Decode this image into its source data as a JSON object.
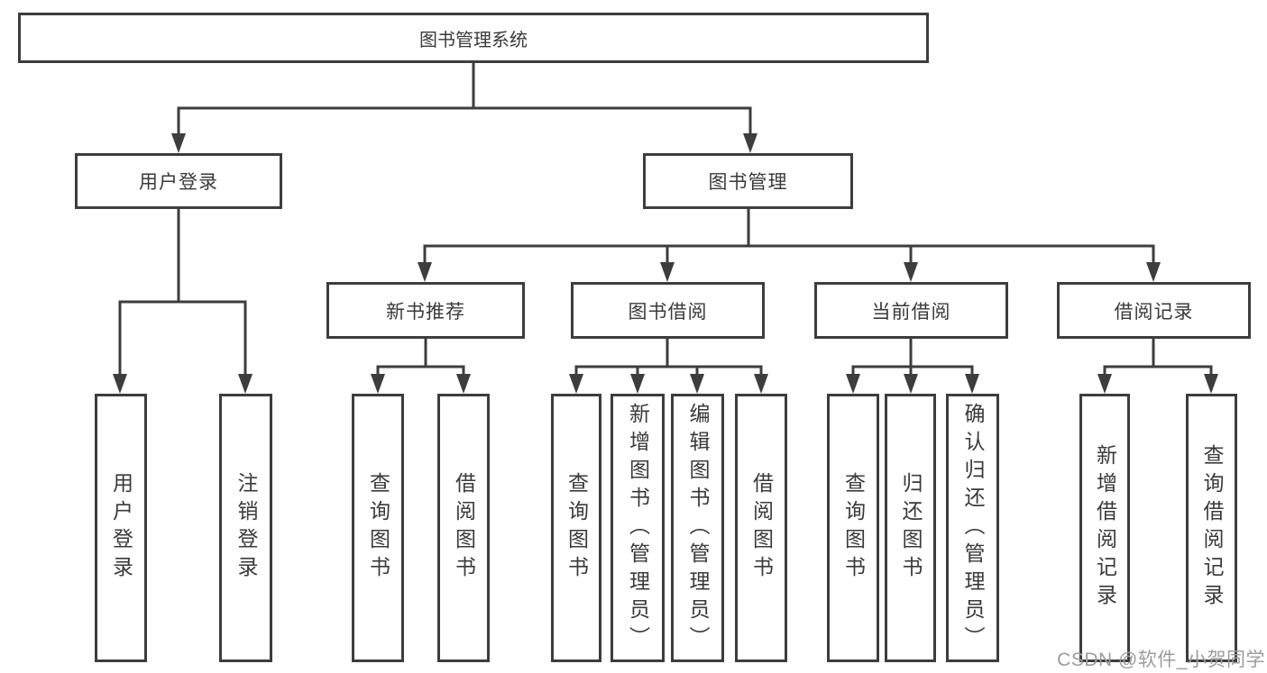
{
  "diagram_title": "图书管理系统",
  "tree": {
    "root": {
      "label": "图书管理系统"
    },
    "children": [
      {
        "label": "用户登录",
        "children": [
          {
            "label": "用户登录"
          },
          {
            "label": "注销登录"
          }
        ]
      },
      {
        "label": "图书管理",
        "children": [
          {
            "label": "新书推荐",
            "children": [
              {
                "label": "查询图书"
              },
              {
                "label": "借阅图书"
              }
            ]
          },
          {
            "label": "图书借阅",
            "children": [
              {
                "label": "查询图书"
              },
              {
                "label": "新增图书（管理员）"
              },
              {
                "label": "编辑图书（管理员）"
              },
              {
                "label": "借阅图书"
              }
            ]
          },
          {
            "label": "当前借阅",
            "children": [
              {
                "label": "查询图书"
              },
              {
                "label": "归还图书"
              },
              {
                "label": "确认归还（管理员）"
              }
            ]
          },
          {
            "label": "借阅记录",
            "children": [
              {
                "label": "新增借阅记录"
              },
              {
                "label": "查询借阅记录"
              }
            ]
          }
        ]
      }
    ]
  },
  "watermark": {
    "text": "CSDN @软件_小贺同学",
    "color": "#9c9c9c"
  },
  "colors": {
    "line": "#3d3d3d",
    "box_border": "#3d3d3d",
    "box_fill": "#ffffff",
    "text": "#3a3a3a",
    "background": "#ffffff"
  }
}
